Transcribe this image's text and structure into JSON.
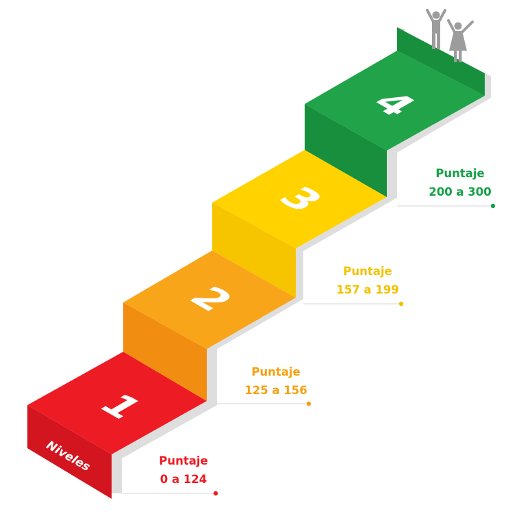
{
  "side_label": "Niveles",
  "levels": [
    {
      "number": "1",
      "score_title": "Puntaje",
      "score_range": "0 a 124",
      "colors": {
        "top": "#ED1C24",
        "front": "#D2151F",
        "label": "#ED1C24"
      }
    },
    {
      "number": "2",
      "score_title": "Puntaje",
      "score_range": "125 a 156",
      "colors": {
        "top": "#F9A51A",
        "front": "#F18D11",
        "label": "#F5A10F"
      }
    },
    {
      "number": "3",
      "score_title": "Puntaje",
      "score_range": "157 a 199",
      "colors": {
        "top": "#FFD200",
        "front": "#F7C400",
        "label": "#F2C200"
      }
    },
    {
      "number": "4",
      "score_title": "Puntaje",
      "score_range": "200 a 300",
      "colors": {
        "top": "#21A34A",
        "front": "#178F3C",
        "label": "#15A046"
      }
    }
  ],
  "colors": {
    "shadow_wall": "#DEDEDE",
    "shadow_edge": "#C8C8C8",
    "people": "#9C9C9C",
    "leader_line": "#D4D4D4"
  },
  "icons": [
    "man-arms-raised-icon",
    "woman-arms-raised-icon"
  ]
}
